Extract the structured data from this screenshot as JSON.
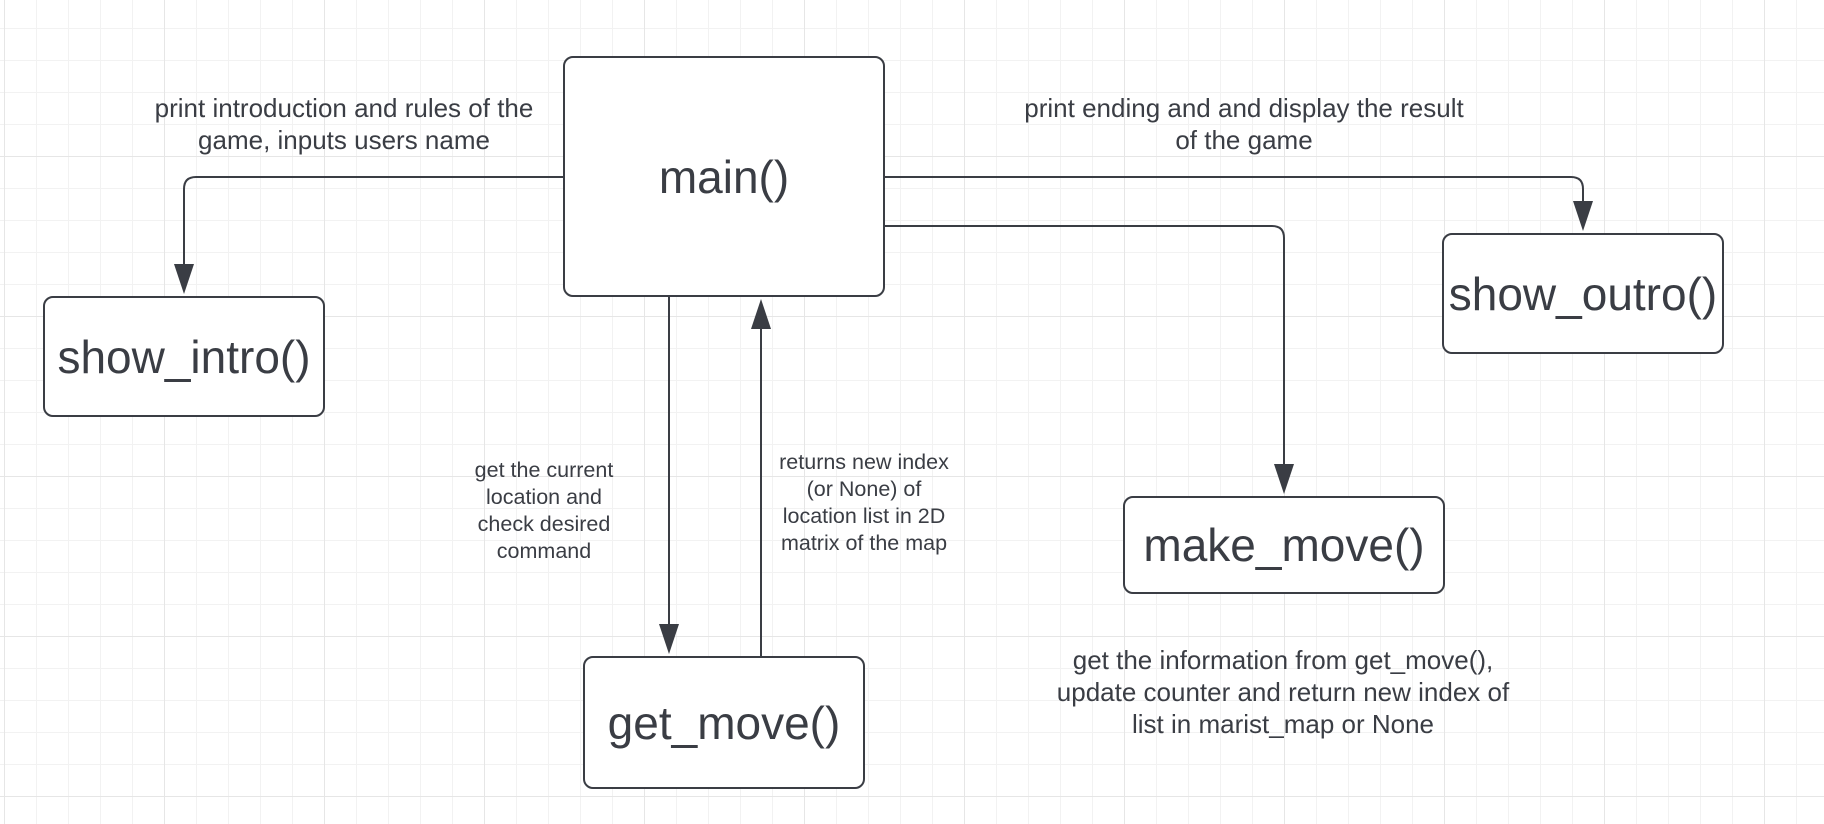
{
  "nodes": {
    "main": "main()",
    "show_intro": "show_intro()",
    "show_outro": "show_outro()",
    "make_move": "make_move()",
    "get_move": "get_move()"
  },
  "labels": {
    "intro": [
      "print introduction and rules of the",
      "game, inputs users name"
    ],
    "outro": [
      "print ending and and display the result",
      "of the game"
    ],
    "get_location": [
      "get the current",
      "location and",
      "check desired",
      "command"
    ],
    "returns_index": [
      "returns new index",
      "(or None) of",
      "location list in 2D",
      "matrix of the map"
    ],
    "make_move_info": [
      "get the information from get_move(),",
      "update counter and return new index of",
      "list in marist_map or None"
    ]
  },
  "edges": [
    {
      "from": "main",
      "to": "show_intro"
    },
    {
      "from": "main",
      "to": "show_outro"
    },
    {
      "from": "main",
      "to": "make_move"
    },
    {
      "from": "main",
      "to": "get_move"
    },
    {
      "from": "get_move",
      "to": "main"
    }
  ],
  "colors": {
    "stroke": "#3a3d44",
    "text": "#3a3d44",
    "background": "#ffffff",
    "grid": "#e6e6e6"
  }
}
